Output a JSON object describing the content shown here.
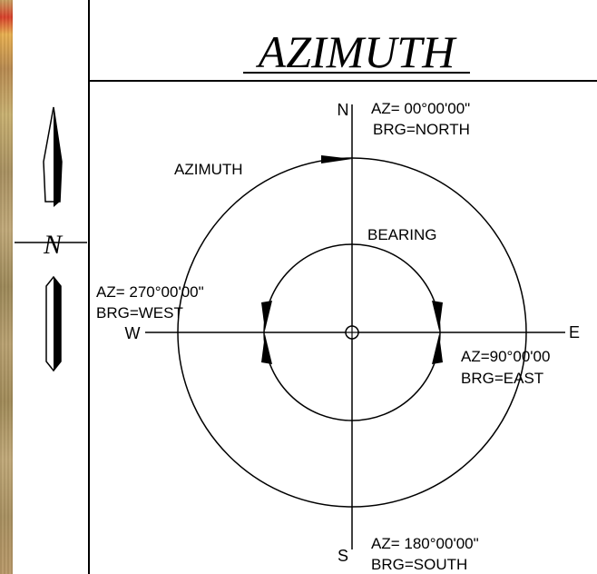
{
  "title": "AZIMUTH",
  "north_arrow_letter": "N",
  "compass": {
    "north": "N",
    "south": "S",
    "east": "E",
    "west": "W"
  },
  "outer_circle_label": "AZIMUTH",
  "inner_circle_label": "BEARING",
  "annotations": {
    "north": {
      "az": "AZ= 00°00'00\"",
      "brg": "BRG=NORTH"
    },
    "east": {
      "az": "AZ=90°00'00",
      "brg": "BRG=EAST"
    },
    "south": {
      "az": "AZ= 180°00'00\"",
      "brg": "BRG=SOUTH"
    },
    "west": {
      "az": "AZ= 270°00'00\"",
      "brg": "BRG=WEST"
    }
  }
}
